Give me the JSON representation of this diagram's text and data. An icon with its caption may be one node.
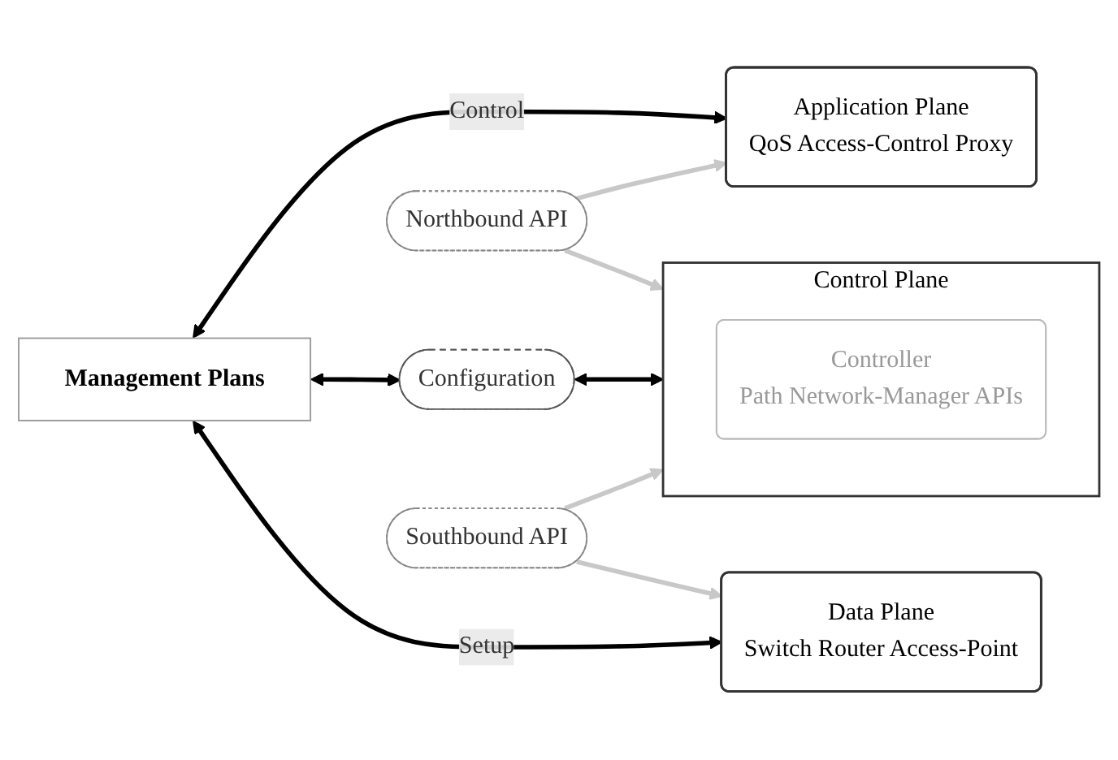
{
  "diagram": {
    "nodes": [
      {
        "text": [
          "Management Plans"
        ]
      },
      {
        "text": [
          "Application Plane",
          "QoS Access-Control Proxy"
        ]
      },
      {
        "text": [
          "Northbound API"
        ]
      },
      {
        "text": [
          "Control Plane"
        ]
      },
      {
        "text": [
          "Controller",
          "Path Network-Manager APIs"
        ],
        "in": 3
      },
      {
        "text": [
          "Configuration"
        ]
      },
      {
        "text": [
          "Southbound API"
        ]
      },
      {
        "text": [
          "Data Plane",
          "Switch Router Access-Point"
        ]
      }
    ],
    "edges": [
      {
        "from": 0,
        "to": 1,
        "arrow": "both",
        "label": "Control"
      },
      {
        "from": 2,
        "to": 1,
        "arrow": "to",
        "color": "#c8c8c8"
      },
      {
        "from": 2,
        "to": 3,
        "arrow": "to",
        "color": "#c8c8c8"
      },
      {
        "from": 0,
        "to": 5,
        "arrow": "both"
      },
      {
        "from": 5,
        "to": 3,
        "arrow": "both"
      },
      {
        "from": 6,
        "to": 3,
        "arrow": "to",
        "color": "#c8c8c8"
      },
      {
        "from": 6,
        "to": 7,
        "arrow": "to",
        "color": "#c8c8c8"
      },
      {
        "from": 0,
        "to": 7,
        "arrow": "both",
        "label": "Setup"
      }
    ]
  }
}
